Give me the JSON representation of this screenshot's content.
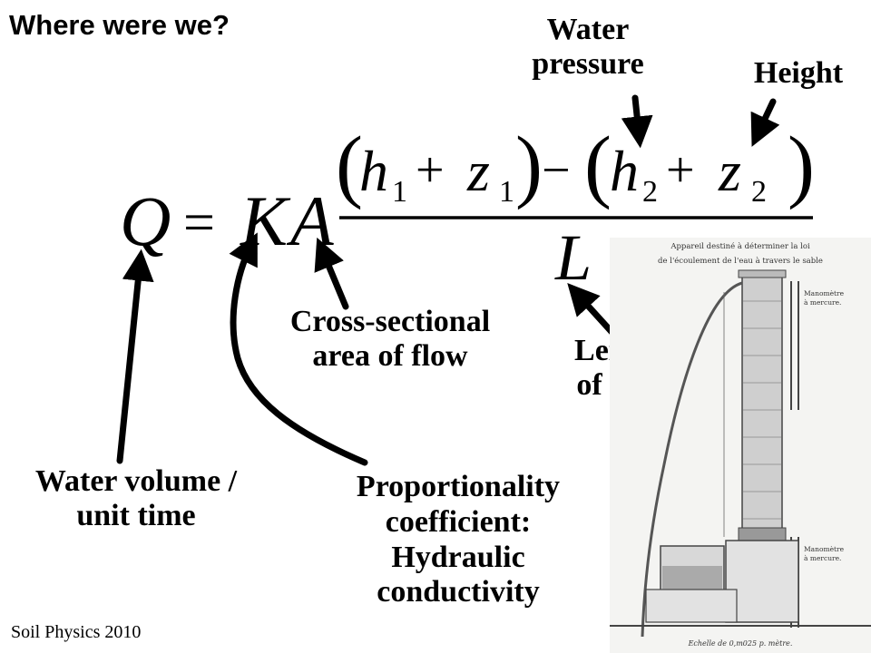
{
  "slide": {
    "title": "Where were we?",
    "footer": "Soil Physics 2010"
  },
  "equation": {
    "lhs": "Q",
    "equals": "=",
    "coeff_k": "K",
    "coeff_a": "A",
    "numerator": {
      "open1": "(",
      "h1": "h",
      "h1_sub": "1",
      "plus1": "+",
      "z1": "z",
      "z1_sub": "1",
      "close1": ")",
      "minus": "−",
      "open2": "(",
      "h2": "h",
      "h2_sub": "2",
      "plus2": "+",
      "z2": "z",
      "z2_sub": "2",
      "close2": ")"
    },
    "denominator": "L"
  },
  "labels": {
    "water_pressure": [
      "Water",
      "pressure"
    ],
    "height": [
      "Height"
    ],
    "cross_section": [
      "Cross-sectional",
      "area of flow"
    ],
    "length": [
      "Length",
      "of flow"
    ],
    "water_volume": [
      "Water volume /",
      "unit time"
    ],
    "proportionality": [
      "Proportionality",
      "coefficient:",
      "Hydraulic",
      "conductivity"
    ]
  },
  "apparatus": {
    "caption_lines": [
      "Appareil destiné à déterminer la loi",
      "de l'écoulement de l'eau à travers le sable"
    ],
    "manometer_label": [
      "Manomètre",
      "à mercure."
    ],
    "scale_caption": "Echelle de 0,m025 p. mètre."
  }
}
